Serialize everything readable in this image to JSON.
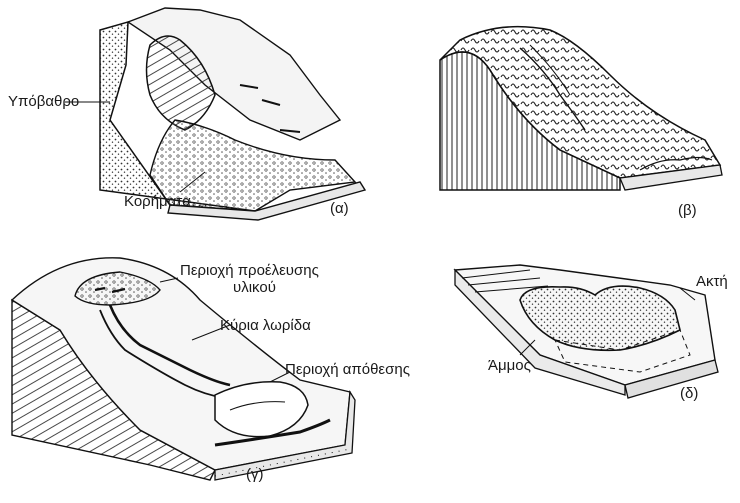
{
  "panels": {
    "a": {
      "tag": "(α)",
      "bedrock_label": "Υπόβαθρο",
      "talus_label": "Κορήματα"
    },
    "b": {
      "tag": "(β)"
    },
    "c": {
      "tag": "(γ)",
      "source_area_label_line1": "Περιοχή προέλευσης",
      "source_area_label_line2": "υλικού",
      "main_track_label": "Κύρια λωρίδα",
      "deposition_area_label": "Περιοχή απόθεσης"
    },
    "d": {
      "tag": "(δ)",
      "coast_label": "Ακτή",
      "sand_label": "Άμμος"
    }
  }
}
